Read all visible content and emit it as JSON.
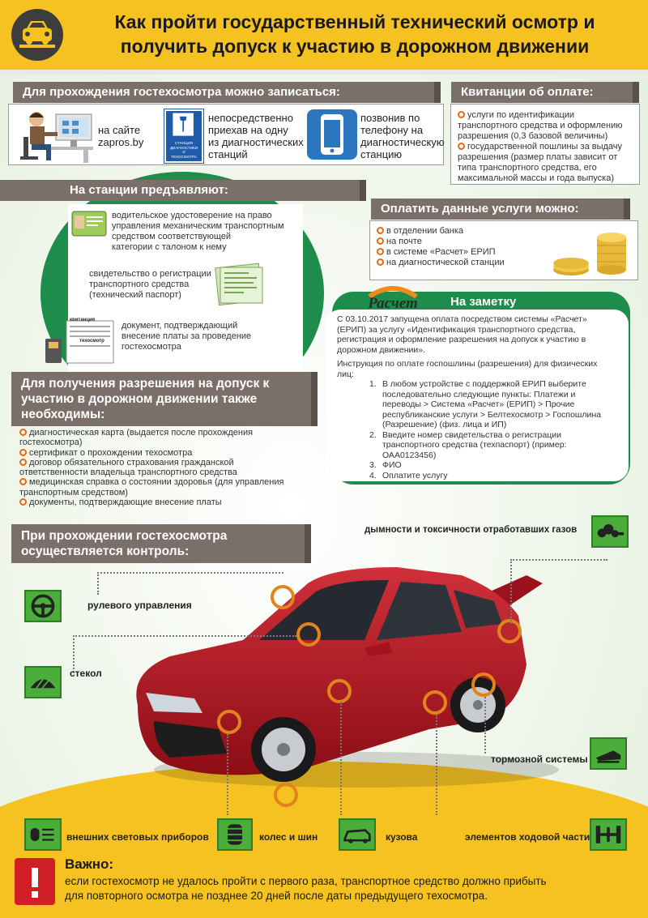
{
  "header": {
    "title_line1": "Как пройти государственный технический осмотр и",
    "title_line2": "получить допуск к участию в дорожном движении"
  },
  "registration": {
    "banner": "Для прохождения гостехосмотра можно записаться:",
    "site_line1": "на сайте",
    "site_line2": "zapros.by",
    "station_sign_line1": "СТАНЦИЯ",
    "station_sign_line2": "ДИАГНОСТИКИ",
    "station_sign_line3": "И",
    "station_sign_line4": "ТЕХОСМОТРА",
    "direct_line1": "непосредственно",
    "direct_line2": "приехав на одну",
    "direct_line3": "из диагностических",
    "direct_line4": "станций",
    "phone_line1": "позвонив по",
    "phone_line2": "телефону на",
    "phone_line3": "диагностическую",
    "phone_line4": "станцию"
  },
  "receipts": {
    "banner": "Квитанции об оплате:",
    "item1_line1": "услуги по идентификации",
    "item1_line2": "транспортного средства и оформлению",
    "item1_line3": "разрешения (0,3 базовой величины)",
    "item2_line1": "государственной пошлины за выдачу",
    "item2_line2": "разрешения (размер платы зависит от",
    "item2_line3": "типа транспортного средства, его",
    "item2_line4": "максимальной массы и года выпуска)"
  },
  "station": {
    "banner": "На станции предъявляют:",
    "doc1_line1": "водительское удостоверение на право",
    "doc1_line2": "управления механическим транспортным",
    "doc1_line3": "средством соответствующей",
    "doc1_line4": "категории с талоном к нему",
    "doc2_line1": "свидетельство о регистрации",
    "doc2_line2": "транспортного средства",
    "doc2_line3": "(технический паспорт)",
    "doc3_line1": "документ, подтверждающий",
    "doc3_line2": "внесение платы за проведение",
    "doc3_line3": "гостехосмотра",
    "receipt_label": "квитанция",
    "receipt_label2": "техосмотр"
  },
  "payment": {
    "banner": "Оплатить данные услуги можно:",
    "items": [
      "в отделении банка",
      "на почте",
      "в системе «Расчет» ЕРИП",
      "на диагностической станции"
    ]
  },
  "note": {
    "logo_text": "Расчет",
    "title": "На заметку",
    "para1_line1": "С 03.10.2017 запущена оплата посредством системы «Расчет»",
    "para1_line2": "(ЕРИП) за услугу «Идентификация транспортного средства,",
    "para1_line3": "регистрация и оформление разрешения на допуск к участию в",
    "para1_line4": "дорожном движении».",
    "para2_line1": "Инструкция по оплате госпошлины (разрешения) для физических",
    "para2_line2": "лиц:",
    "step1_line1": "В любом устройстве с поддержкой ЕРИП выберите",
    "step1_line2": "последовательно следующие пункты: Платежи и",
    "step1_line3": "переводы > Система «Расчет» (ЕРИП) > Прочие",
    "step1_line4": "республиканские услуги > Белтехосмотр > Госпошлина",
    "step1_line5": "(Разрешение) (физ. лица и ИП)",
    "step2_line1": "Введите номер свидетельства о регистрации",
    "step2_line2": "транспортного средства (техпаспорт) (пример:",
    "step2_line3": "ОАА0123456)",
    "step3": "ФИО",
    "step4": "Оплатите услугу",
    "n1": "1.",
    "n2": "2.",
    "n3": "3.",
    "n4": "4."
  },
  "permit": {
    "banner_line1": "Для получения разрешения на допуск к",
    "banner_line2": "участию в дорожном движении также",
    "banner_line3": "необходимы:",
    "item1_line1": "диагностическая карта (выдается после прохождения",
    "item1_line2": "гостехосмотра)",
    "item2": "сертификат о прохождении техосмотра",
    "item3_line1": "договор обязательного страхования гражданской",
    "item3_line2": "ответственности владельца транспортного средства",
    "item4_line1": "медицинская справка о состоянии здоровья (для управления",
    "item4_line2": "транспортным средством)",
    "item5": "документы, подтверждающие внесение платы"
  },
  "control": {
    "banner_line1": "При прохождении гостехосмотра",
    "banner_line2": "осуществляется контроль:",
    "smoke": "дымности и токсичности отработавших газов",
    "steering": "рулевого управления",
    "glass": "стекол",
    "brakes": "тормозной системы",
    "lights": "внешних световых приборов",
    "wheels": "колес и шин",
    "body": "кузова",
    "chassis": "элементов ходовой части"
  },
  "important": {
    "title": "Важно:",
    "line1": "если гостехосмотр не удалось пройти с первого раза, транспортное средство должно прибыть",
    "line2": "для повторного осмотра  не позднее 20 дней после даты предыдущего техосмотра."
  },
  "colors": {
    "yellow": "#f6c221",
    "green": "#1e8c4a",
    "banner_grey": "#7b6f69",
    "orange": "#e46b14",
    "car_red": "#b0141e"
  }
}
